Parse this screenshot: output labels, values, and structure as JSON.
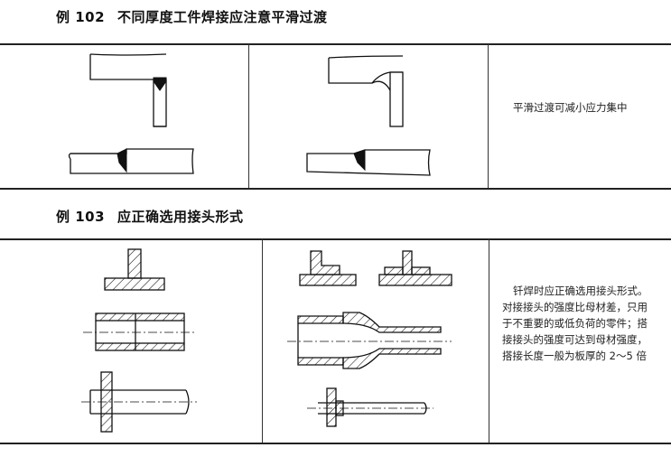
{
  "example_102": {
    "number": "例 102",
    "title": "不同厚度工件焊接应注意平滑过渡",
    "note": "平滑过渡可减小应力集中"
  },
  "example_103": {
    "number": "例 103",
    "title": "应正确选用接头形式",
    "note": "钎焊时应正确选用接头形式。对接接头的强度比母材差，只用于不重要的或低负荷的零件；搭接接头的强度可达到母材强度，搭接长度一般为板厚的 2～5 倍"
  }
}
